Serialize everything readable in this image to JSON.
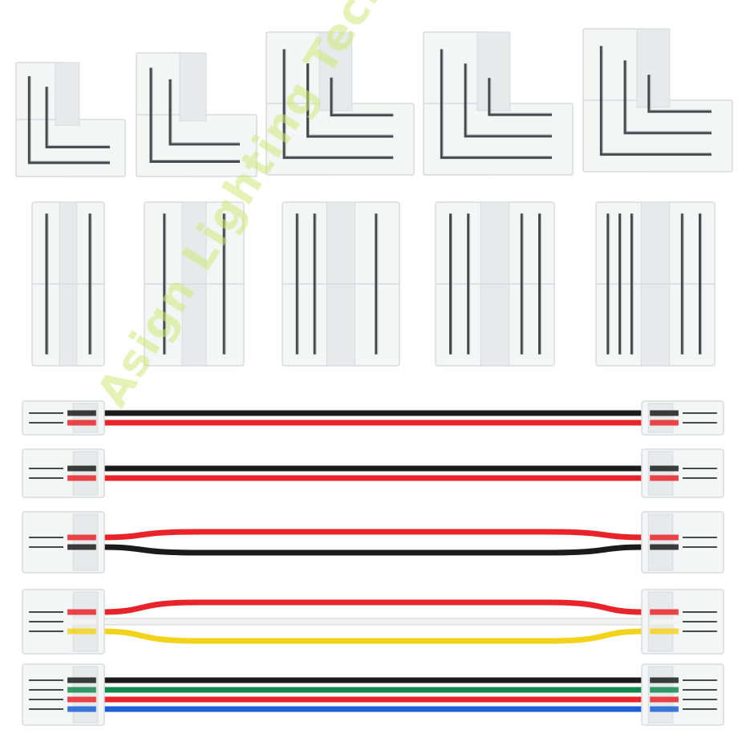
{
  "watermark": {
    "text": "Asign Lighting Technology"
  },
  "colors": {
    "plastic": "#f4f6f6",
    "plastic_edge": "#d6dbdd",
    "plastic_shadow": "#e6eaeb",
    "contact": "#444a4e",
    "contact_shine": "#b8bec2",
    "wire_red": "#e8242a",
    "wire_black": "#1b1b1b",
    "wire_white": "#f2f2f2",
    "wire_yellow": "#f3d21a",
    "wire_green": "#0f8a4e",
    "wire_blue": "#1c5fd6",
    "watermark": "#cfe878"
  },
  "l_connectors": [
    {
      "pins": 2
    },
    {
      "pins": 2
    },
    {
      "pins": 3
    },
    {
      "pins": 3
    },
    {
      "pins": 3
    }
  ],
  "straight_connectors": [
    {
      "pins": 2
    },
    {
      "pins": 2
    },
    {
      "pins": 3
    },
    {
      "pins": 4
    },
    {
      "pins": 5
    }
  ],
  "cables": [
    {
      "wires": [
        "black",
        "red"
      ],
      "style": "straight"
    },
    {
      "wires": [
        "black",
        "red"
      ],
      "style": "straight"
    },
    {
      "wires": [
        "red",
        "black"
      ],
      "style": "spread"
    },
    {
      "wires": [
        "red",
        "white",
        "yellow"
      ],
      "style": "spread"
    },
    {
      "wires": [
        "black",
        "green",
        "red",
        "blue"
      ],
      "style": "straight"
    }
  ]
}
